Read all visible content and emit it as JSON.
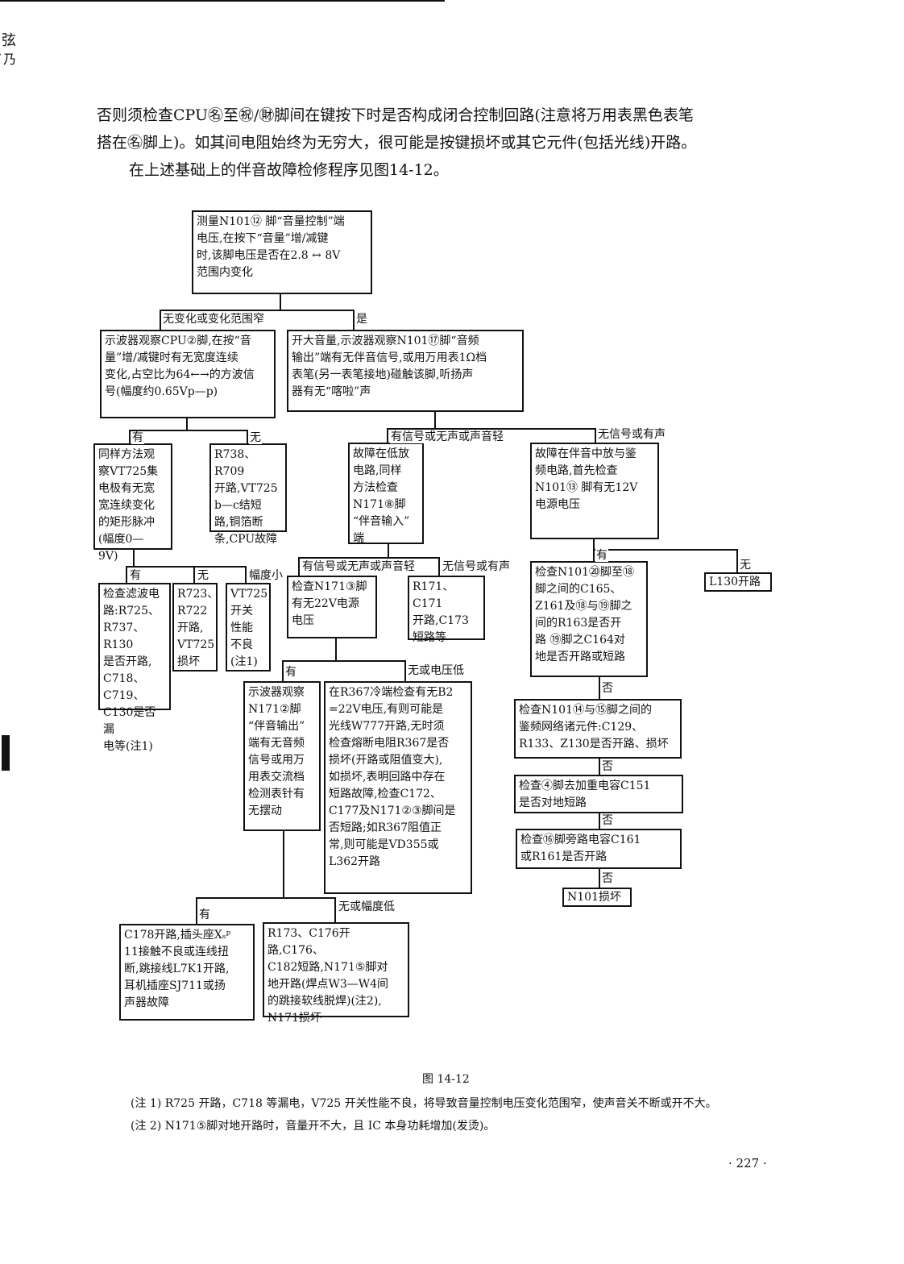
{
  "page": {
    "margin_marks": [
      "弦",
      "̇乃"
    ],
    "paragraph": [
      "否则须检查CPU㊔至㊗/㊖脚间在键按下时是否构成闭合控制回路(注意将万用表黑色表笔",
      "搭在㊔脚上)。如其间电阻始终为无穷大，很可能是按键损坏或其它元件(包括光线)开路。",
      "在上述基础上的伴音故障检修程序见图14-12。"
    ],
    "caption": "图 14-12",
    "notes": [
      "(注 1) R725 开路，C718 等漏电，V725 开关性能不良，将导致音量控制电压变化范围窄，使声音关不断或开不大。",
      "(注 2) N171⑤脚对地开路时，音量开不大，且 IC 本身功耗增加(发烫)。"
    ],
    "page_number": "· 227 ·"
  },
  "flow": {
    "boxes": {
      "b_start": "测量N101⑫ 脚“音量控制”端\n电压,在按下“音量”增/减键\n时,该脚电压是否在2.8 ↔ 8V\n范围内变化",
      "b_cpu2": "示波器观察CPU②脚,在按“音\n量”增/减键时有无宽度连续\n变化,占空比为64←→的方波信\n号(幅度约0.65Vp—p)",
      "b_big": "开大音量,示波器观察N101⑰脚“音频\n输出”端有无伴音信号,或用万用表1Ω档\n表笔(另一表笔接地)碰触该脚,听扬声\n器有无“喀啦”声",
      "b_vt725": "同样方法观\n察VT725集\n电极有无宽\n宽连续变化\n的矩形脉冲\n(幅度0—\n9V)",
      "b_r738": "R738、R709\n开路,VT725\nb—c结短\n路,铜箔断\n条,CPU故障",
      "b_lowamp": "故障在低放\n电路,同样\n方法检查\nN171⑧脚\n“伴音输入”\n端",
      "b_midamp": "故障在伴音中放与鉴\n频电路,首先检查\nN101⑬ 脚有无12V\n电源电压",
      "b_filter": "检查滤波电\n路:R725、\nR737、R130\n是否开路,\nC718、C719、\nC130是否漏\n电等(注1)",
      "b_r723": "R723、\nR722\n开路,\nVT725\n损坏",
      "b_vt725sw": "VT725\n开关\n性能\n不良\n(注1)",
      "b_n171_3": "检查N171③脚\n有无22V电源\n电压",
      "b_r171": "R171、C171\n开路,C173\n短路等",
      "b_n101_20": "检查N101⑳脚至⑱\n脚之间的C165、\nZ161及⑱与⑲脚之\n间的R163是否开\n路 ⑲脚之C164对\n地是否开路或短路",
      "b_l130": "L130开路",
      "b_osc2": "示波器观察\nN171②脚\n“伴音输出”\n端有无音频\n信号或用万\n用表交流档\n检测表针有\n无摆动",
      "b_r367": "在R367冷端检查有无B2\n=22V电压,有则可能是\n光线W777开路,无时须\n检查熔断电阻R367是否\n损坏(开路或阻值变大),\n如损坏,表明回路中存在\n短路故障,检查C172、\nC177及N171②③脚间是\n否短路;如R367阻值正\n常,则可能是VD355或\nL362开路",
      "b_n101_14": "检查N101⑭与⑮脚之间的\n鉴频网络诸元件:C129、\nR133、Z130是否开路、损坏",
      "b_pin4": "检查④脚去加重电容C151\n是否对地短路",
      "b_pin16": "检查⑯脚旁路电容C161\n或R161是否开路",
      "b_n101bad": "N101损坏",
      "b_c178": "C178开路,插头座Xₛᵖ\n11接触不良或连线扭\n断,跳接线L7K1开路,\n耳机插座SJ711或扬\n声器故障",
      "b_r173": "R173、C176开路,C176、\nC182短路,N171⑤脚对\n地开路(焊点W3—W4间\n的跳接软线脱焊)(注2),\nN171损坏"
    },
    "labels": {
      "l_nochange": "无变化或变化范围窄",
      "l_yes1": "是",
      "l_have1": "有",
      "l_none1": "无",
      "l_sig1": "有信号或无声或声音轻",
      "l_nosig1": "无信号或有声",
      "l_have2": "有",
      "l_none2": "无",
      "l_amp": "幅度小",
      "l_sig2": "有信号或无声或声音轻",
      "l_nosig2": "无信号或有声",
      "l_have3": "有",
      "l_none3": "无",
      "l_have4": "有",
      "l_lowv": "无或电压低",
      "l_no1": "否",
      "l_no2": "否",
      "l_no3": "否",
      "l_no4": "否",
      "l_have5": "有",
      "l_lowamp": "无或幅度低"
    }
  }
}
